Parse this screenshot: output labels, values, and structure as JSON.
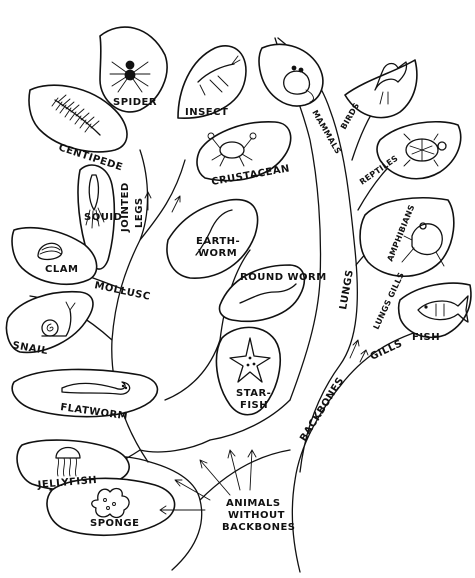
{
  "labels": {
    "spider": "SPIDER",
    "insect": "INSECT",
    "centipede": "CENTIPEDE",
    "crustacean": "CRUSTACEAN",
    "jointed_legs_1": "JOINTED",
    "jointed_legs_2": "LEGS",
    "squid": "SQUID",
    "clam": "CLAM",
    "mollusc": "MOLLUSC",
    "snail": "SNAIL",
    "earthworm_1": "EARTH-",
    "earthworm_2": "WORM",
    "roundworm": "ROUND WORM",
    "starfish_1": "STAR-",
    "starfish_2": "FISH",
    "flatworm": "FLATWORM",
    "jellyfish": "JELLYFISH",
    "sponge": "SPONGE",
    "mammals": "MAMMALS",
    "birds": "BIRDS",
    "reptiles": "REPTILES",
    "amphibians": "AMPHIBIANS",
    "lungs_gills": "LUNGS GILLS",
    "lungs": "LUNGS",
    "gills": "GILLS",
    "fish": "FISH",
    "backbones": "BACKBONES",
    "without_1": "ANIMALS",
    "without_2": "WITHOUT",
    "without_3": "BACKBONES"
  },
  "icons": [
    "spider-icon",
    "grasshopper-icon",
    "centipede-icon",
    "crab-icon",
    "squid-icon",
    "clam-icon",
    "snail-icon",
    "earthworm-icon",
    "roundworm-icon",
    "starfish-icon",
    "flatworm-icon",
    "jellyfish-icon",
    "sponge-icon",
    "mouse-icon",
    "bird-icon",
    "turtle-icon",
    "frog-icon",
    "fish-icon"
  ]
}
